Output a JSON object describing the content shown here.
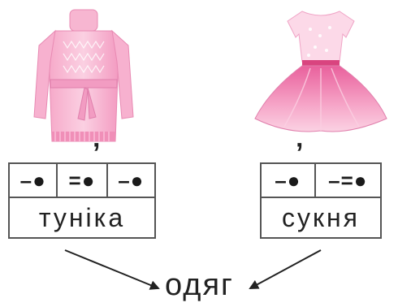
{
  "left_item": {
    "illustration": "pink-tunic",
    "stress_mark": "ʼ",
    "scheme": [
      "–●",
      "=●",
      "–●"
    ],
    "word": "туніка"
  },
  "right_item": {
    "illustration": "pink-dress",
    "stress_mark": "ʼ",
    "scheme": [
      "–●",
      "–=●"
    ],
    "word": "сукня"
  },
  "category": "одяг",
  "colors": {
    "pink": "#f08fb8",
    "light_pink": "#f9c8dd",
    "deep_pink": "#e0609a",
    "line": "#555555"
  }
}
